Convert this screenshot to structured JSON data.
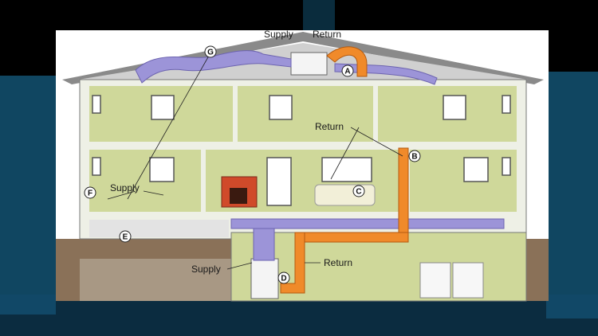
{
  "colors": {
    "background": "#000000",
    "glow": "#33c8ff",
    "sky": "#ffffff",
    "roof": "#8a8a8a",
    "wall": "#cfd89a",
    "siding": "#eef0e6",
    "supply_duct": "#9c94d8",
    "return_duct": "#f08a2a",
    "ground": "#8a7158",
    "basement_floor": "#a89884"
  },
  "labels": {
    "supply_attic": "Supply",
    "return_attic": "Return",
    "return_upper": "Return",
    "supply_first": "Supply",
    "supply_basement": "Supply",
    "return_basement": "Return"
  },
  "markers": {
    "a": "A",
    "b": "B",
    "c": "C",
    "d": "D",
    "e": "E",
    "f": "F",
    "g": "G"
  }
}
